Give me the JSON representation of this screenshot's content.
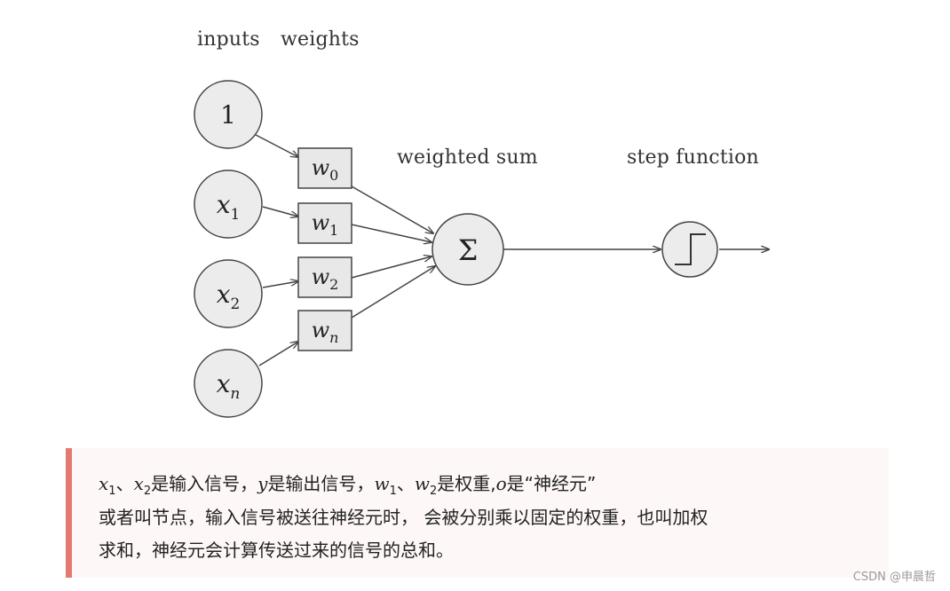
{
  "headers": {
    "inputs": "inputs",
    "weights": "weights",
    "weighted_sum": "weighted sum",
    "step_function": "step function"
  },
  "inputs": [
    {
      "base": "1",
      "sub": ""
    },
    {
      "base": "x",
      "sub": "1"
    },
    {
      "base": "x",
      "sub": "2"
    },
    {
      "base": "x",
      "sub": "n"
    }
  ],
  "weights": [
    {
      "base": "w",
      "sub": "0"
    },
    {
      "base": "w",
      "sub": "1"
    },
    {
      "base": "w",
      "sub": "2"
    },
    {
      "base": "w",
      "sub": "n"
    }
  ],
  "sum_symbol": "Σ",
  "note": {
    "x1": "x",
    "x1_sub": "1",
    "sep1": "、",
    "x2": "x",
    "x2_sub": "2",
    "t1": "是输入信号，",
    "y": "y",
    "t2": "是输出信号，",
    "w1": "w",
    "w1_sub": "1",
    "sep2": "、",
    "w2": "w",
    "w2_sub": "2",
    "t3": "是权重,",
    "o": "o",
    "t4": "是“神经元”",
    "line2": "或者叫节点，输入信号被送往神经元时， 会被分别乘以固定的权重，也叫加权",
    "line3": "求和，神经元会计算传送过来的信号的总和。"
  },
  "watermark": "CSDN @申晨哲"
}
